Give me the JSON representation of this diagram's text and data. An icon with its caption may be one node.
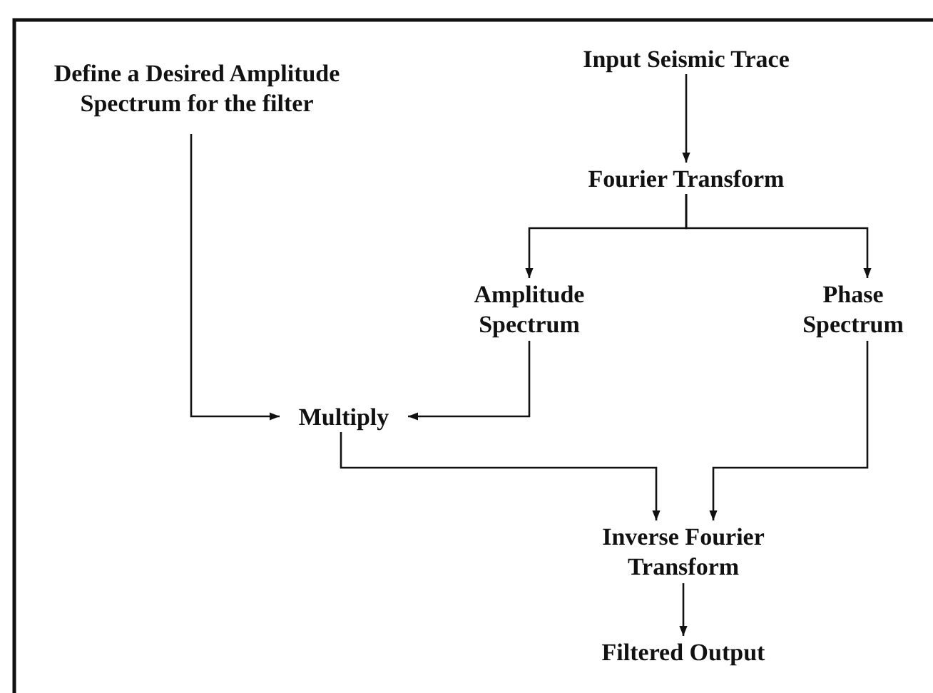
{
  "diagram": {
    "nodes": [
      {
        "text": [
          "Define a Desired Amplitude Spectrum for the filter"
        ]
      },
      {
        "text": [
          "Input Seismic Trace"
        ]
      },
      {
        "text": [
          "Fourier Transform"
        ]
      },
      {
        "text": [
          "Amplitude Spectrum"
        ]
      },
      {
        "text": [
          "Phase Spectrum"
        ]
      },
      {
        "text": [
          "Multiply"
        ]
      },
      {
        "text": [
          "Inverse Fourier Transform"
        ]
      },
      {
        "text": [
          "Filtered Output"
        ]
      }
    ],
    "edges": [
      {
        "from": 0,
        "to": 5,
        "arrow": "to"
      },
      {
        "from": 1,
        "to": 2,
        "arrow": "to"
      },
      {
        "from": 2,
        "to": 3,
        "arrow": "to"
      },
      {
        "from": 2,
        "to": 4,
        "arrow": "to"
      },
      {
        "from": 3,
        "to": 5,
        "arrow": "to"
      },
      {
        "from": 4,
        "to": 6,
        "arrow": "to"
      },
      {
        "from": 5,
        "to": 6,
        "arrow": "to"
      },
      {
        "from": 6,
        "to": 7,
        "arrow": "to"
      }
    ]
  }
}
